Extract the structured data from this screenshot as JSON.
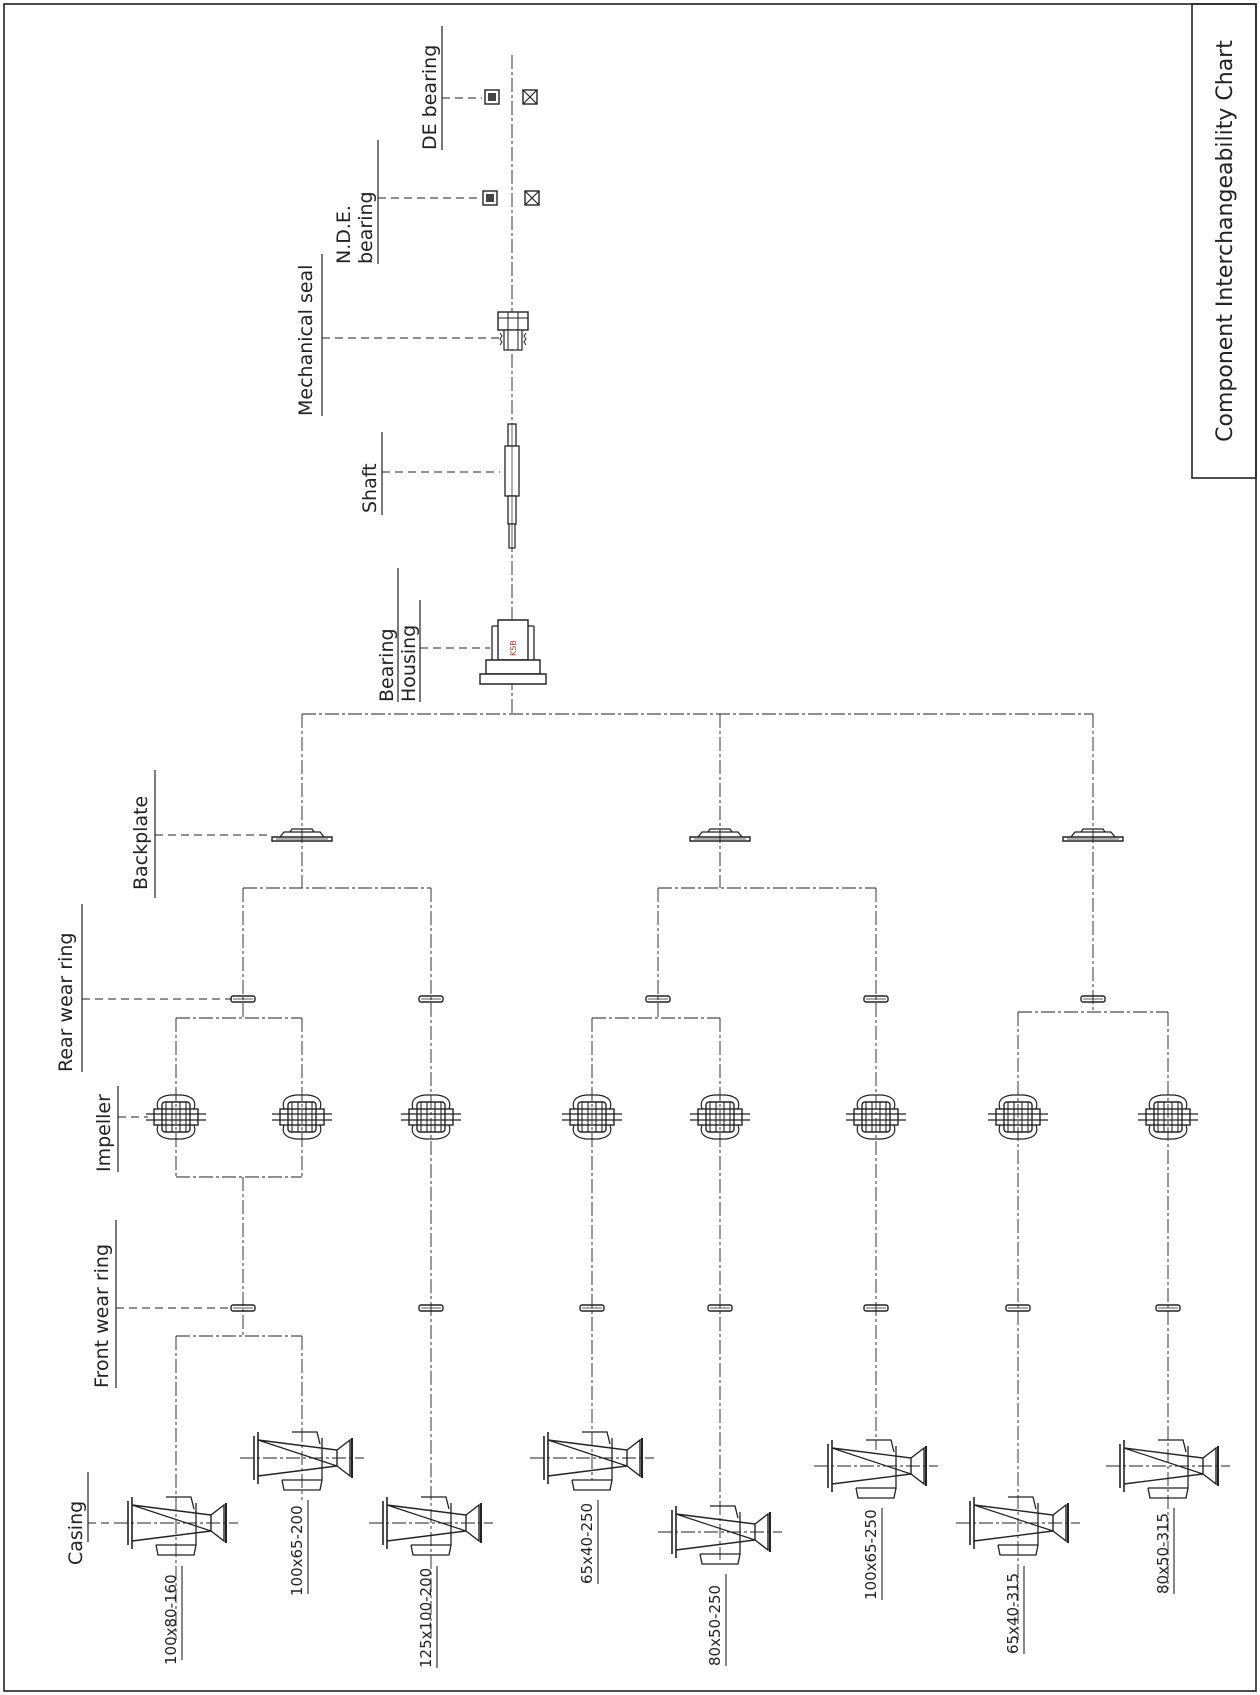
{
  "title": "Component Interchangeability Chart",
  "components": {
    "casing": "Casing",
    "front_wear_ring": "Front wear ring",
    "impeller": "Impeller",
    "rear_wear_ring": "Rear wear ring",
    "backplate": "Backplate",
    "bearing_housing_1": "Bearing",
    "bearing_housing_2": "Housing",
    "shaft": "Shaft",
    "mechanical_seal": "Mechanical seal",
    "nde_bearing_1": "N.D.E.",
    "nde_bearing_2": "bearing",
    "de_bearing": "DE bearing"
  },
  "pump_sizes": [
    "100x80-160",
    "100x65-200",
    "125x100-200",
    "65x40-250",
    "80x50-250",
    "100x65-250",
    "65x40-315",
    "80x50-315"
  ],
  "housing_stamp": "KSB"
}
